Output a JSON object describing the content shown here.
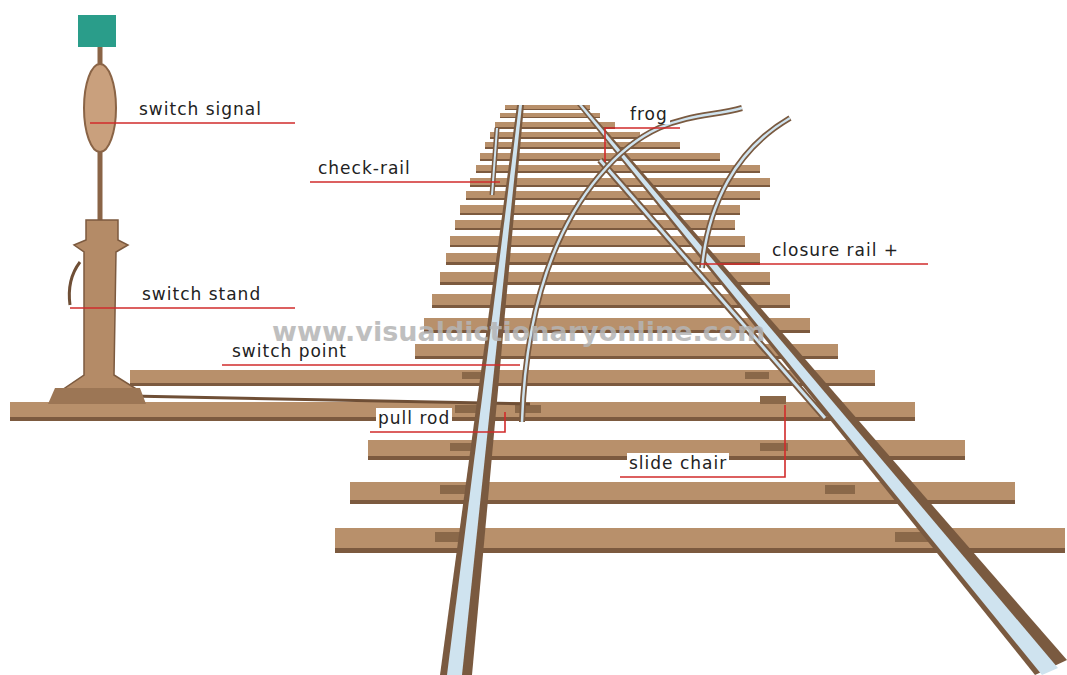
{
  "diagram": {
    "labels": [
      "switch signal",
      "check-rail",
      "switch stand",
      "switch point",
      "pull rod",
      "frog",
      "closure rail +",
      "slide chair",
      "www.visualdictionaryonline.com"
    ]
  }
}
